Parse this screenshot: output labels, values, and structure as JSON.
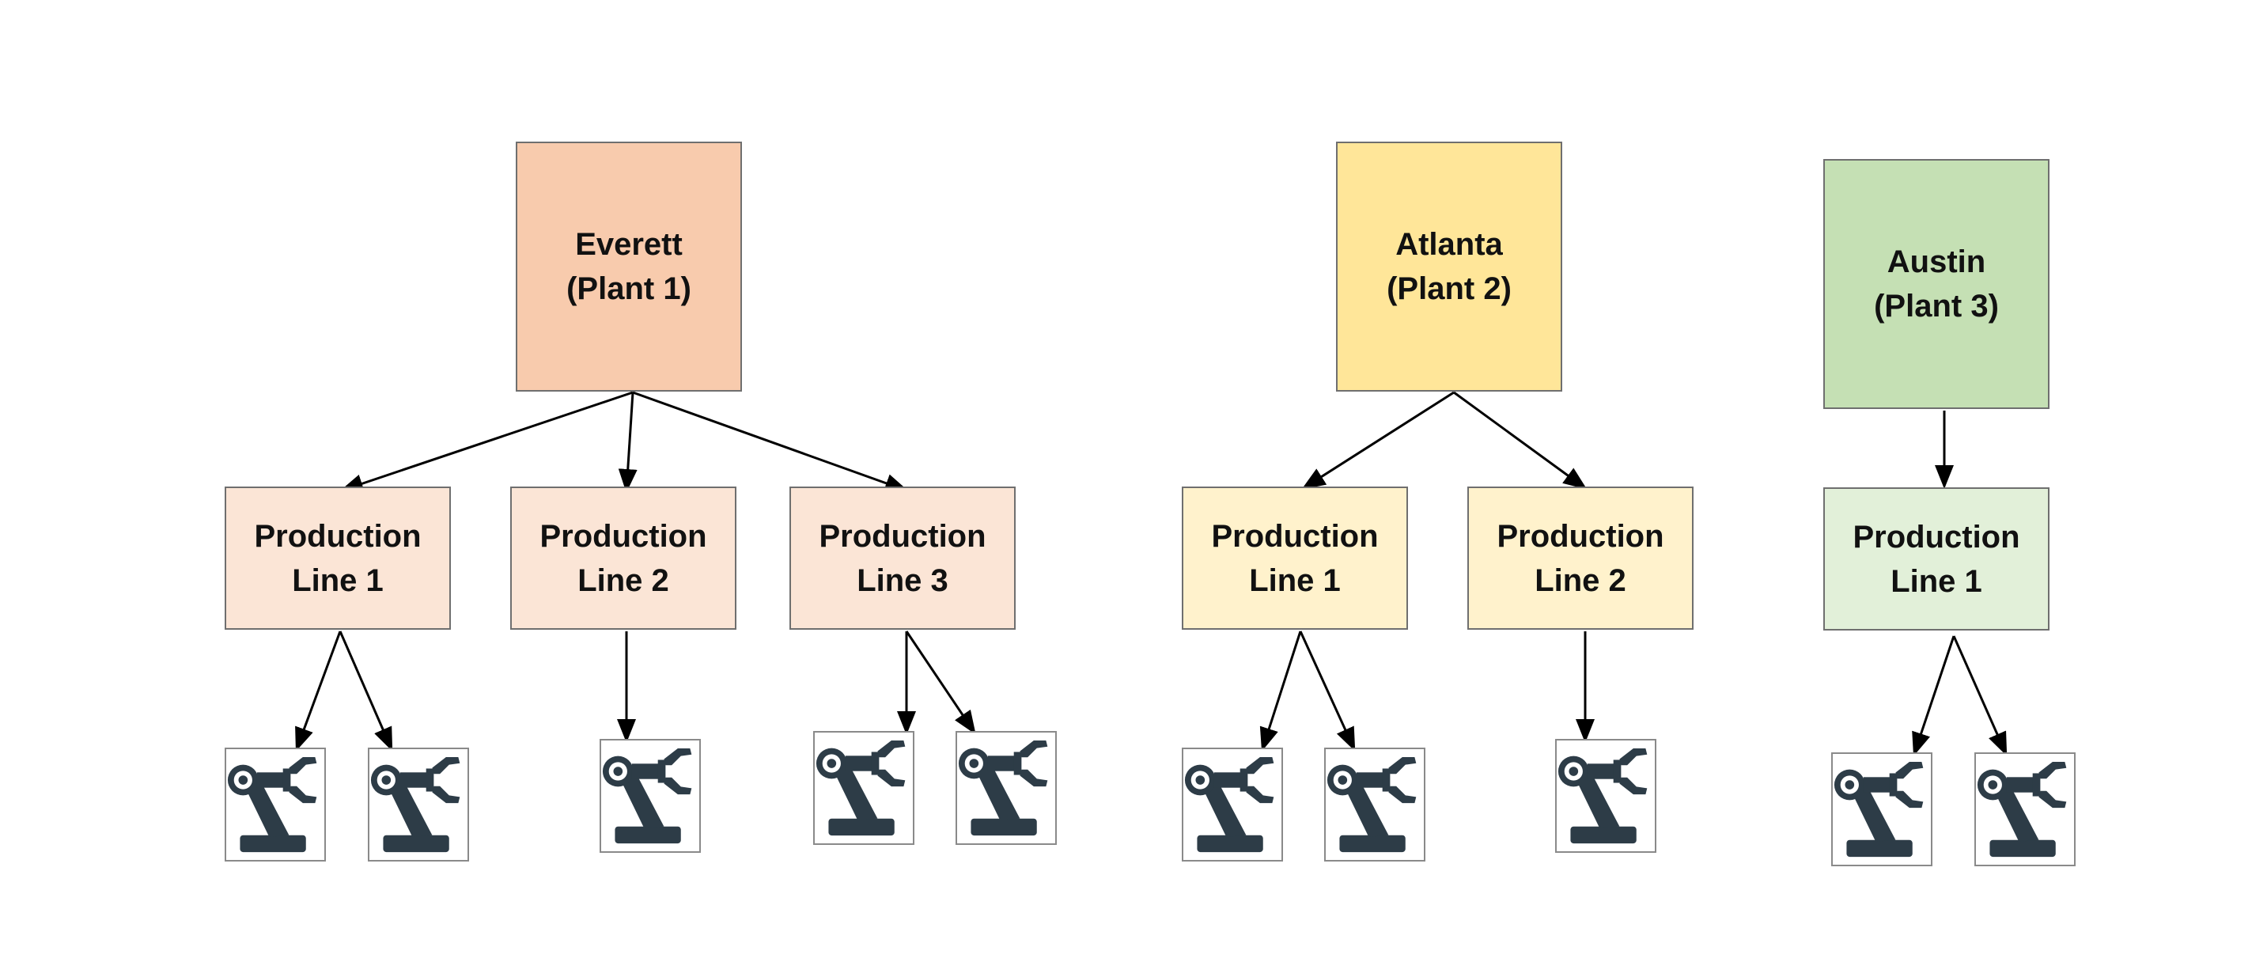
{
  "colors": {
    "plant1_fill": "#F8CBAD",
    "plant1_line_fill": "#FBE5D6",
    "plant2_fill": "#FFE699",
    "plant2_line_fill": "#FFF2CC",
    "plant3_fill": "#C5E0B4",
    "plant3_line_fill": "#E2F0D9",
    "robot_icon": "#2D3C47",
    "connector": "#000000"
  },
  "plants": [
    {
      "name": "Everett",
      "subtitle": "(Plant 1)",
      "lines": [
        {
          "title": "Production",
          "number": "Line 1",
          "robots": 2,
          "robot_icon": "robotic-arm-icon"
        },
        {
          "title": "Production",
          "number": "Line 2",
          "robots": 1,
          "robot_icon": "robotic-arm-icon"
        },
        {
          "title": "Production",
          "number": "Line 3",
          "robots": 2,
          "robot_icon": "robotic-arm-icon"
        }
      ]
    },
    {
      "name": "Atlanta",
      "subtitle": "(Plant 2)",
      "lines": [
        {
          "title": "Production",
          "number": "Line 1",
          "robots": 2,
          "robot_icon": "robotic-arm-icon"
        },
        {
          "title": "Production",
          "number": "Line 2",
          "robots": 1,
          "robot_icon": "robotic-arm-icon"
        }
      ]
    },
    {
      "name": "Austin",
      "subtitle": "(Plant 3)",
      "lines": [
        {
          "title": "Production",
          "number": "Line 1",
          "robots": 2,
          "robot_icon": "robotic-arm-icon"
        }
      ]
    }
  ]
}
